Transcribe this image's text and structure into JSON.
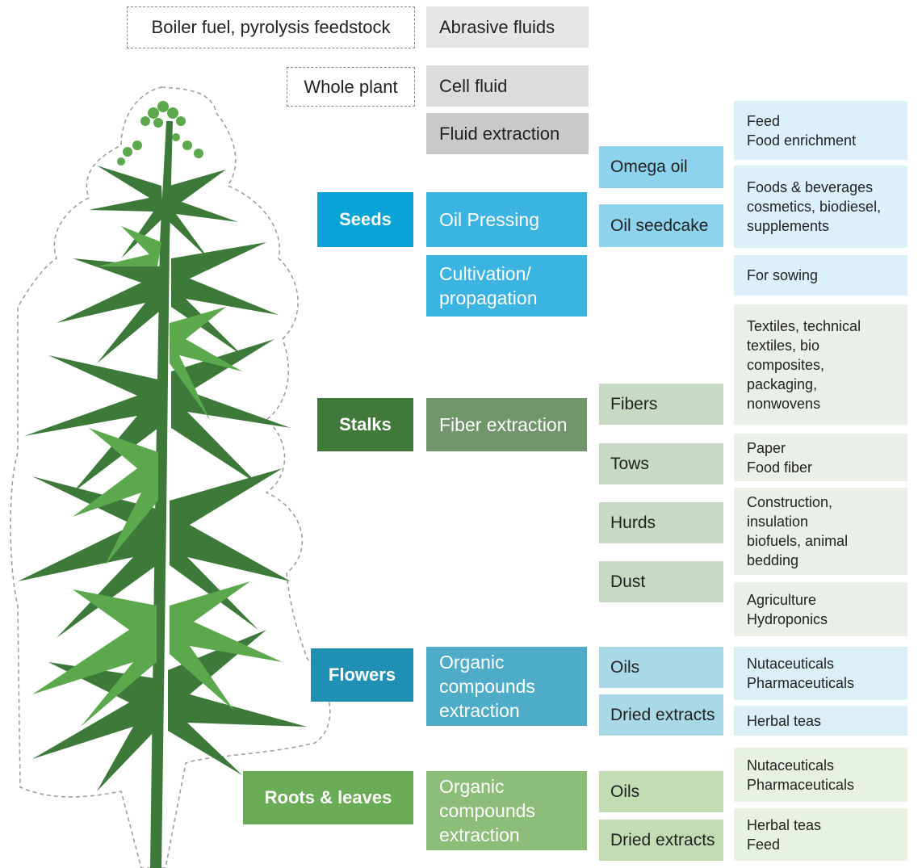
{
  "top": {
    "boiler": "Boiler fuel, pyrolysis feedstock",
    "abrasive": "Abrasive fluids",
    "whole_plant": "Whole plant",
    "cell_fluid": "Cell fluid",
    "fluid_extraction": "Fluid extraction"
  },
  "seeds": {
    "label": "Seeds",
    "processes": [
      "Oil Pressing",
      "Cultivation/\npropagation"
    ],
    "products": [
      "Omega oil",
      "Oil seedcake"
    ],
    "uses": [
      "Feed\nFood enrichment",
      "Foods & beverages\ncosmetics, biodiesel,\nsupplements",
      "For sowing"
    ]
  },
  "stalks": {
    "label": "Stalks",
    "process": "Fiber extraction",
    "products": [
      "Fibers",
      "Tows",
      "Hurds",
      "Dust"
    ],
    "uses": [
      "Textiles, technical\ntextiles, bio\ncomposites,\npackaging,\nnonwovens",
      "Paper\nFood fiber",
      "Construction,\ninsulation\nbiofuels, animal\nbedding",
      "Agriculture\nHydroponics"
    ]
  },
  "flowers": {
    "label": "Flowers",
    "process": "Organic\ncompounds\nextraction",
    "products": [
      "Oils",
      "Dried extracts"
    ],
    "uses": [
      "Nutaceuticals\nPharmaceuticals",
      "Herbal teas"
    ]
  },
  "roots_leaves": {
    "label": "Roots & leaves",
    "process": "Organic\ncompounds\nextraction",
    "products": [
      "Oils",
      "Dried extracts"
    ],
    "uses": [
      "Nutaceuticals\nPharmaceuticals",
      "Herbal teas\nFeed"
    ]
  },
  "colors": {
    "seeds_dark": "#0aa3d8",
    "seeds_mid": "#3bb4e2",
    "seeds_light": "#8dd3ee",
    "seeds_pale": "#dbf0fa",
    "stalks_dark": "#3f7a3b",
    "stalks_mid": "#71966b",
    "stalks_light": "#c9dac4",
    "stalks_pale": "#eaf0e7",
    "flowers_dark": "#1f8fb4",
    "flowers_mid": "#4eacc9",
    "flowers_light": "#a9d9e7",
    "flowers_pale": "#dbeff6",
    "roots_dark": "#6aac55",
    "roots_mid": "#8dbe79",
    "roots_light": "#c2ddb4",
    "roots_pale": "#e8f2e2"
  }
}
